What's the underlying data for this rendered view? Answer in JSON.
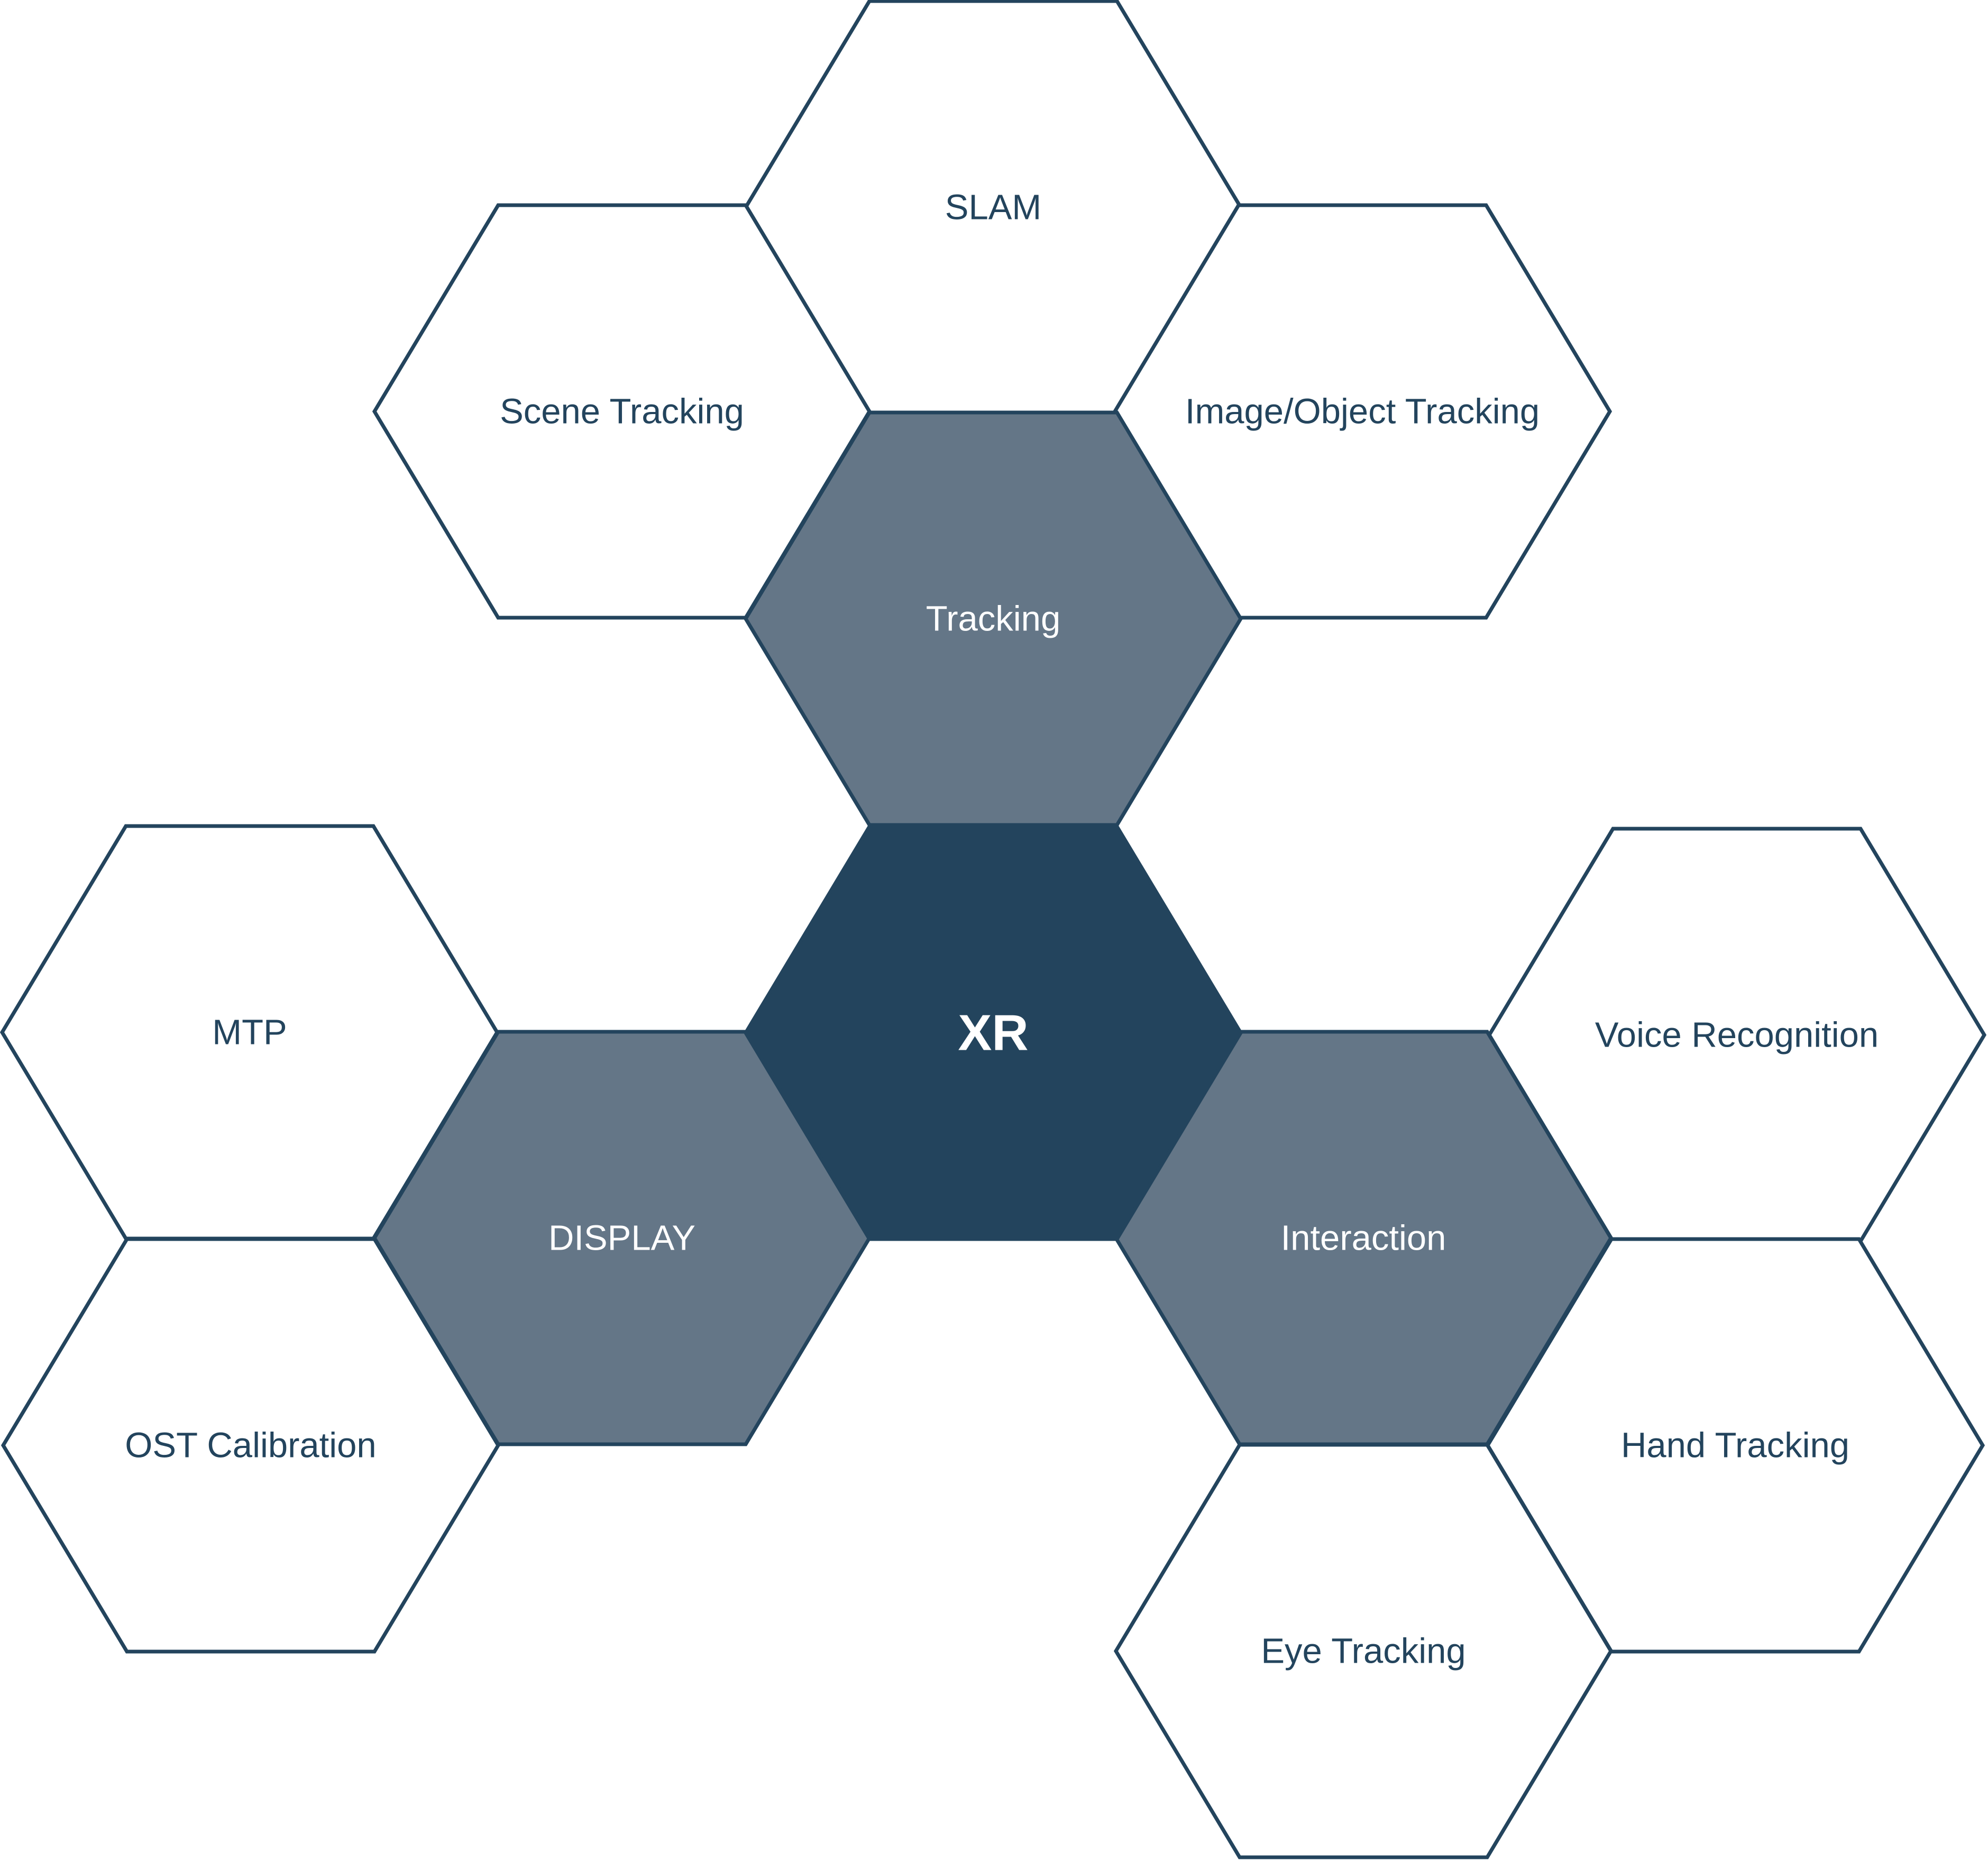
{
  "diagram": {
    "center": {
      "label": "XR"
    },
    "categories": {
      "tracking": {
        "label": "Tracking"
      },
      "display": {
        "label": "DISPLAY"
      },
      "interaction": {
        "label": "Interaction"
      }
    },
    "leaves": {
      "slam": {
        "label": "SLAM"
      },
      "scene_tracking": {
        "label": "Scene Tracking"
      },
      "image_object_tracking": {
        "label": "Image/Object Tracking"
      },
      "mtp": {
        "label": "MTP"
      },
      "ost_calibration": {
        "label": "OST Calibration"
      },
      "voice_recognition": {
        "label": "Voice Recognition"
      },
      "hand_tracking": {
        "label": "Hand Tracking"
      },
      "eye_tracking": {
        "label": "Eye Tracking"
      }
    }
  },
  "colors": {
    "core_fill": "#23445d",
    "category_fill": "#647687",
    "leaf_fill": "#ffffff",
    "stroke": "#23445d"
  }
}
